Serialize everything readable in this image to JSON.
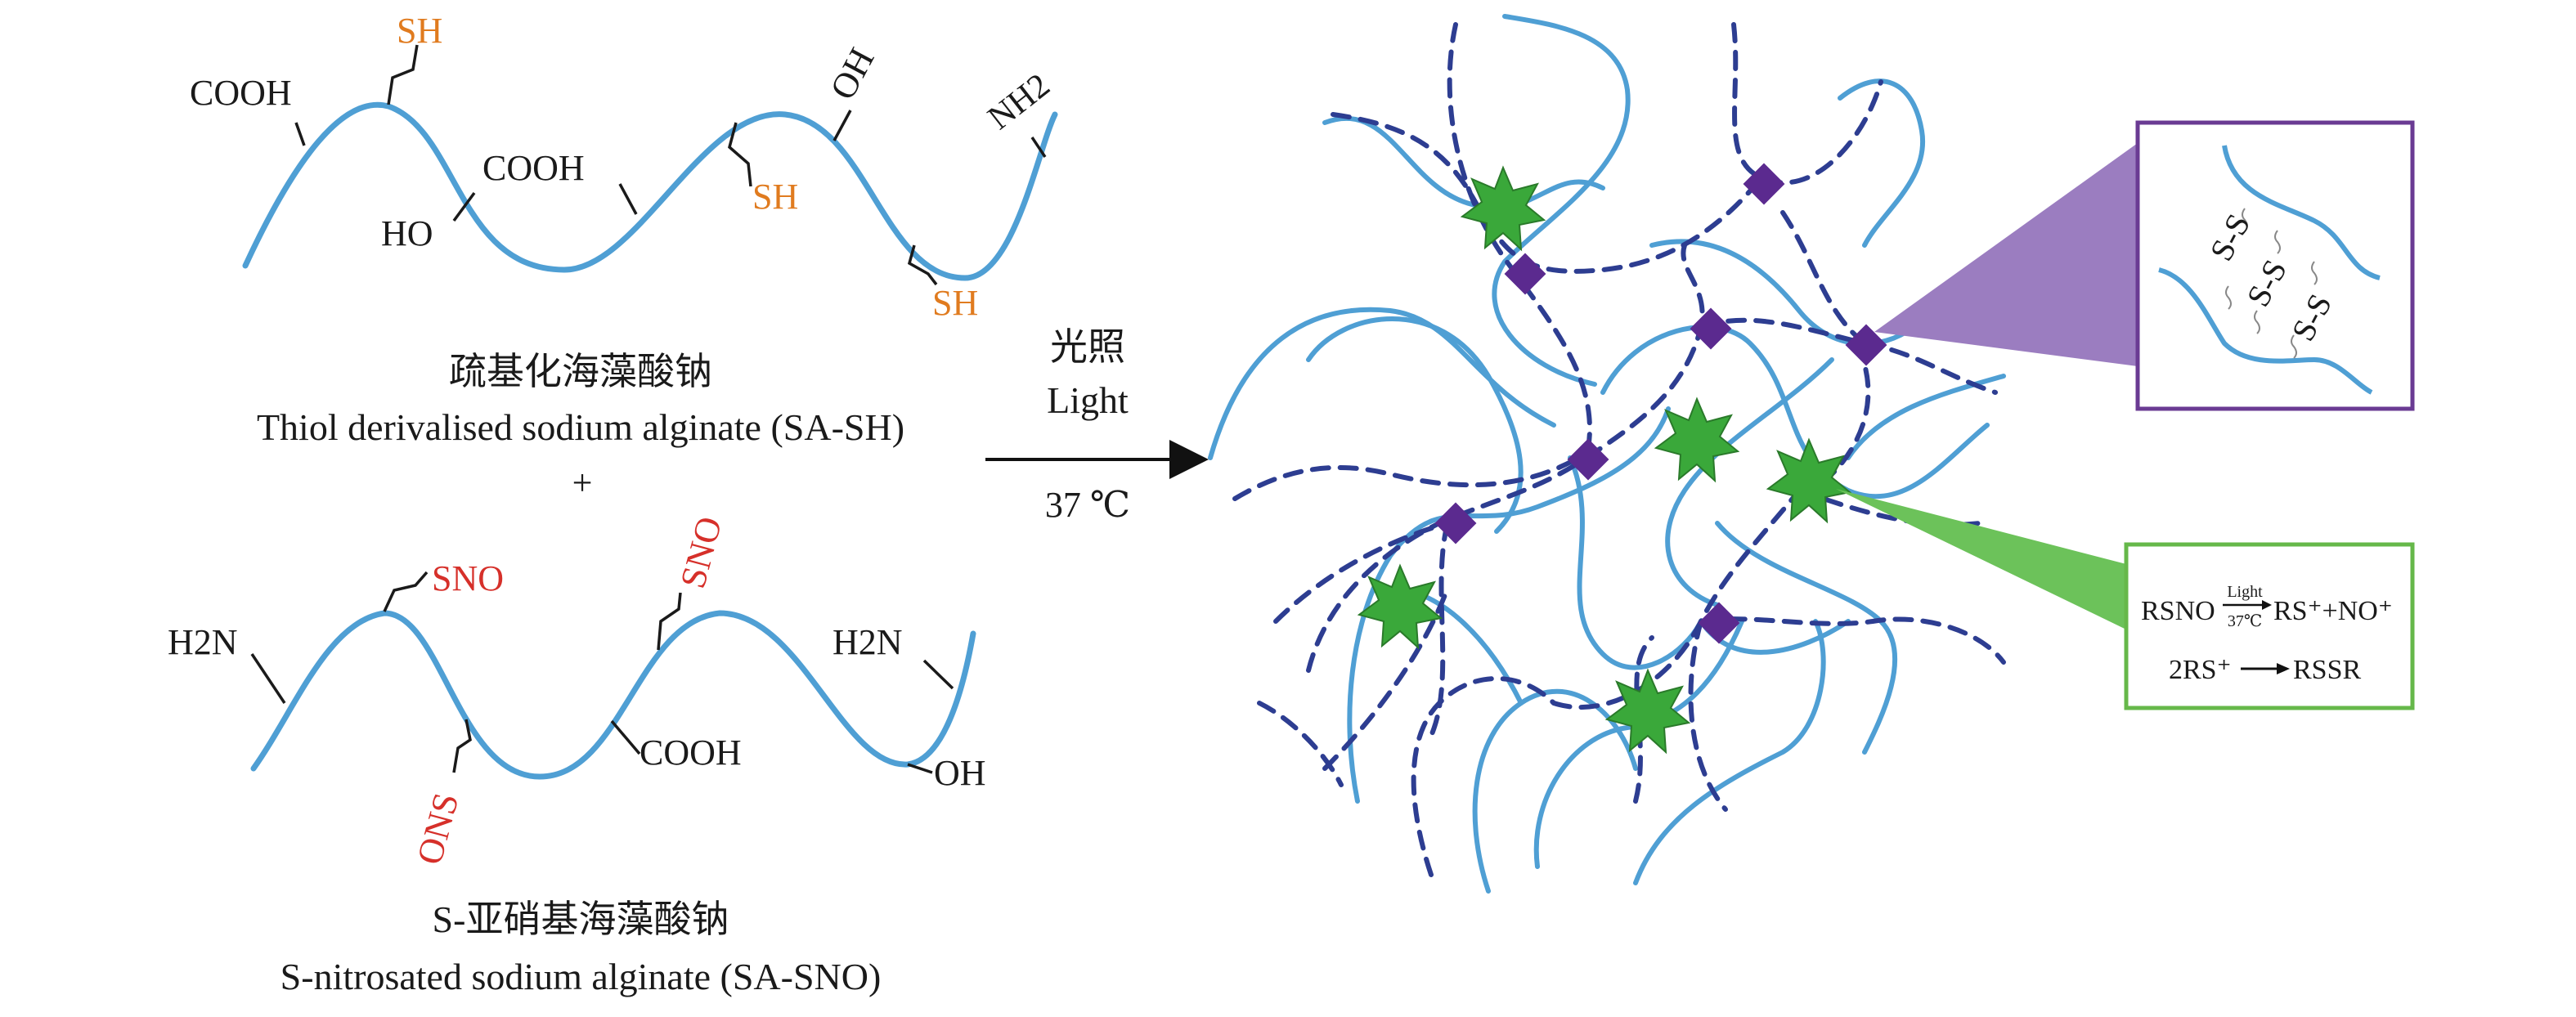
{
  "colors": {
    "chain": "#4f9fd4",
    "dashed_chain": "#2d3d91",
    "crosslink": "#5b2a8f",
    "no_donor": "#3aa83a",
    "sh_label": "#e07b1f",
    "sno_label": "#d6302a",
    "inset_border_purple": "#6a3b93",
    "inset_border_green": "#66b84a",
    "wedge_purple": "#9b7dc0",
    "wedge_green": "#6cc25a"
  },
  "molecule_top": {
    "groups": {
      "cooh_left": "COOH",
      "sh_top": "SH",
      "cooh_mid": "COOH",
      "ho": "HO",
      "oh_top": "OH",
      "sh_mid": "SH",
      "nh2": "NH2",
      "sh_right": "SH"
    },
    "name_zh": "疏基化海藻酸钠",
    "name_en": "Thiol derivalised sodium alginate (SA-SH)"
  },
  "plus": "+",
  "molecule_bottom": {
    "groups": {
      "h2n_left": "H2N",
      "sno_top": "SNO",
      "sno_mid": "SNO",
      "ons": "ONS",
      "cooh": "COOH",
      "h2n_right": "H2N",
      "oh": "OH"
    },
    "name_zh": "S-亚硝基海藻酸钠",
    "name_en": "S-nitrosated sodium alginate (SA-SNO)"
  },
  "arrow": {
    "label_zh": "光照",
    "label_en": "Light",
    "temperature": "37 ℃"
  },
  "inset_disulfide": {
    "bonds": [
      "S-S",
      "S-S",
      "S-S"
    ]
  },
  "inset_reaction": {
    "line1_left": "RSNO",
    "line1_cond_top": "Light",
    "line1_cond_bottom": "37℃",
    "line1_right": "RS⁺+NO⁺",
    "line2_left": "2RS⁺",
    "line2_right": "RSSR"
  }
}
